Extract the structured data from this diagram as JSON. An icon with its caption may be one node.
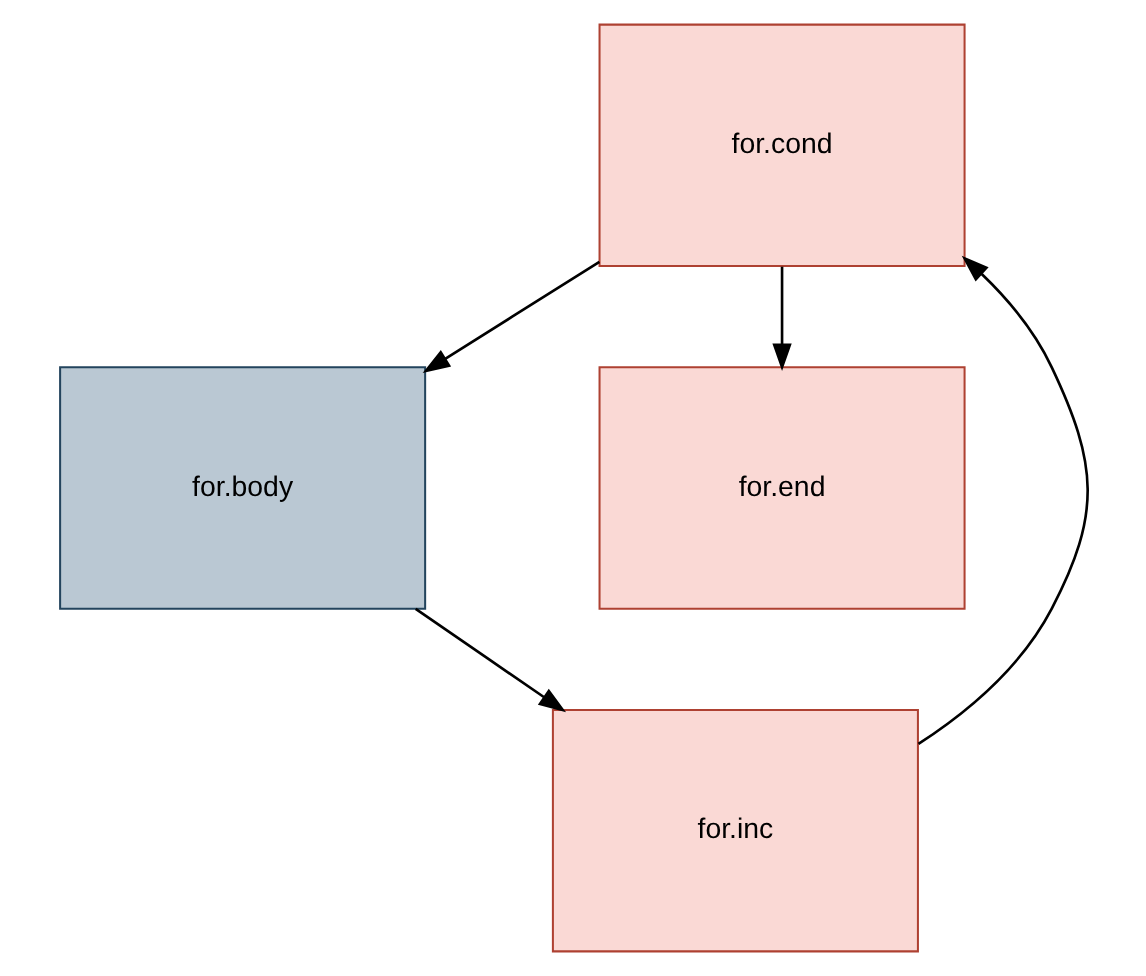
{
  "diagram": {
    "nodes": [
      {
        "text": [
          "for.cond"
        ]
      },
      {
        "text": [
          "for.body"
        ]
      },
      {
        "text": [
          "for.end"
        ]
      },
      {
        "text": [
          "for.inc"
        ]
      }
    ],
    "edges": [
      {
        "from": 0,
        "to": 1,
        "arrow": "to"
      },
      {
        "from": 0,
        "to": 2,
        "arrow": "to"
      },
      {
        "from": 1,
        "to": 3,
        "arrow": "to"
      },
      {
        "from": 3,
        "to": 0,
        "arrow": "to"
      }
    ]
  }
}
